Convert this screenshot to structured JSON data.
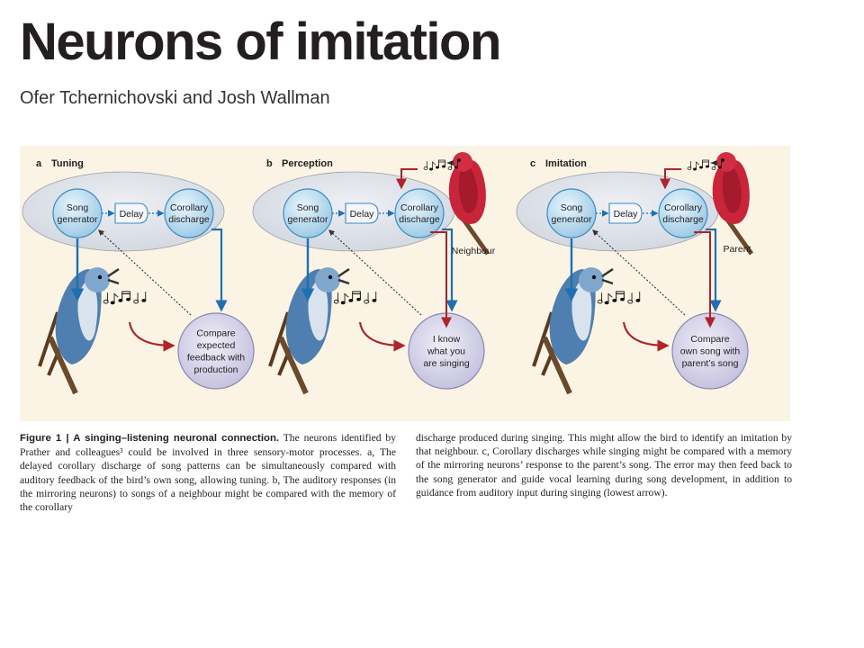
{
  "header": {
    "title": "Neurons of imitation",
    "authors": "Ofer Tchernichovski and Josh Wallman"
  },
  "figure": {
    "panels": [
      {
        "letter": "a",
        "heading": "Tuning",
        "song_generator": [
          "Song",
          "generator"
        ],
        "delay": "Delay",
        "corollary": [
          "Corollary",
          "discharge"
        ],
        "bottom_circle": [
          "Compare",
          "expected",
          "feedback with",
          "production"
        ],
        "bird_label": ""
      },
      {
        "letter": "b",
        "heading": "Perception",
        "song_generator": [
          "Song",
          "generator"
        ],
        "delay": "Delay",
        "corollary": [
          "Corollary",
          "discharge"
        ],
        "bottom_circle": [
          "I know",
          "what you",
          "are singing"
        ],
        "bird_label": "Neighbour"
      },
      {
        "letter": "c",
        "heading": "Imitation",
        "song_generator": [
          "Song",
          "generator"
        ],
        "delay": "Delay",
        "corollary": [
          "Corollary",
          "discharge"
        ],
        "bottom_circle": [
          "Compare",
          "own song with",
          "parent’s song"
        ],
        "bird_label": "Parent"
      }
    ],
    "colors": {
      "background": "#fbf3e3",
      "oval": "#dfe3ea",
      "node": "#bfe0f2",
      "compare_circle": "#d9d6ea",
      "blue_arrow": "#1f6fb2",
      "red_arrow": "#b0232a",
      "red_bird": "#c8243a",
      "blue_bird": "#4f7fb0"
    }
  },
  "caption": {
    "label": "Figure 1 | A singing–listening neuronal connection.",
    "left_text": " The neurons identified by Prather and colleagues³ could be involved in three sensory-motor processes. a, The delayed corollary discharge of song patterns can be simultaneously compared with auditory feedback of the bird’s own song, allowing tuning. b, The auditory responses (in the mirroring neurons) to songs of a neighbour might be compared with the memory of the corollary",
    "right_text": "discharge produced during singing. This might allow the bird to identify an imitation by that neighbour. c, Corollary discharges while singing might be compared with a memory of the mirroring neurons’ response to the parent’s song. The error may then feed back to the song generator and guide vocal learning during song development, in addition to guidance from auditory input during singing (lowest arrow)."
  }
}
